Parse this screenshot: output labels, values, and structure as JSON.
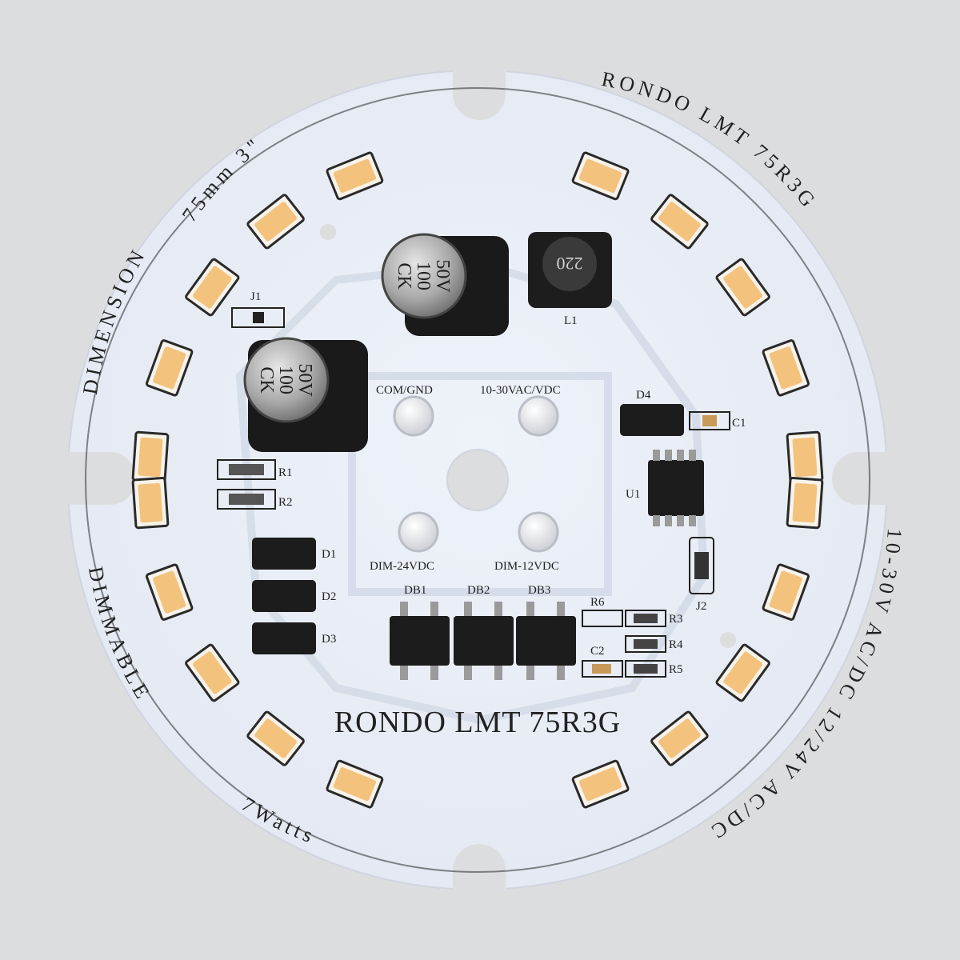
{
  "board": {
    "main_label": "RONDO LMT 75R3G",
    "arc_top_left": "75mm  3\"",
    "arc_top_right": "RONDO LMT 75R3G",
    "arc_left": "DIMENSION",
    "arc_right": "10-30V AC/DC 12/24V AC/DC",
    "arc_bottom_left": "DIMMABLE",
    "arc_bottom": "7Watts",
    "pads": {
      "com_gnd": "COM/GND",
      "power_in": "10-30VAC/VDC",
      "dim_24": "DIM-24VDC",
      "dim_12": "DIM-12VDC"
    },
    "capacitor_marking": [
      "50V",
      "100",
      "CK"
    ],
    "inductor_marking": "220",
    "designators": {
      "j1": "J1",
      "j2": "J2",
      "l1": "L1",
      "d1": "D1",
      "d2": "D2",
      "d3": "D3",
      "d4": "D4",
      "r1": "R1",
      "r2": "R2",
      "r3": "R3",
      "r4": "R4",
      "r5": "R5",
      "r6": "R6",
      "c1": "C1",
      "c2": "C2",
      "u1": "U1",
      "db1": "DB1",
      "db2": "DB2",
      "db3": "DB3"
    }
  },
  "colors": {
    "background": "#dcdddf",
    "pcb": "#e8edf6",
    "led_phosphor": "#f3c27d",
    "silkscreen": "#222222"
  }
}
